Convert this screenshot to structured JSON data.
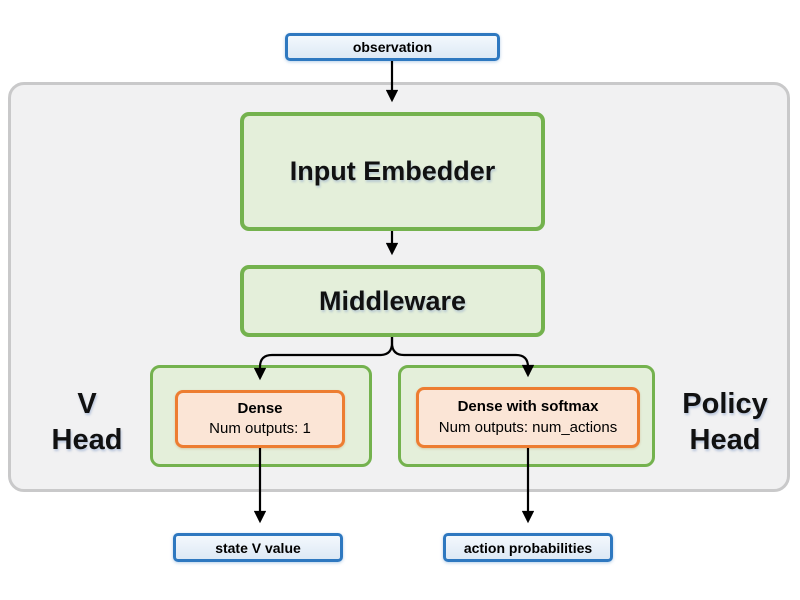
{
  "colors": {
    "blue_border": "#2e78c0",
    "blue_fill_top": "#f3f8fd",
    "blue_fill_bottom": "#dde9f5",
    "green_border": "#74b24e",
    "green_fill": "#e4efda",
    "orange_border": "#ed7d31",
    "orange_fill": "#fbe5d6",
    "panel_fill": "#f1f1f2",
    "panel_border": "#c9c9ca",
    "arrow": "#000000"
  },
  "nodes": {
    "observation": "observation",
    "input_embedder": "Input Embedder",
    "middleware": "Middleware",
    "v_head_dense": {
      "title": "Dense",
      "subtitle": "Num outputs: 1"
    },
    "policy_head_dense": {
      "title": "Dense with softmax",
      "subtitle": "Num outputs: num_actions"
    },
    "state_v_value": "state V value",
    "action_probabilities": "action probabilities"
  },
  "labels": {
    "v_head": {
      "line1": "V",
      "line2": "Head"
    },
    "policy_head": {
      "line1": "Policy",
      "line2": "Head"
    }
  }
}
